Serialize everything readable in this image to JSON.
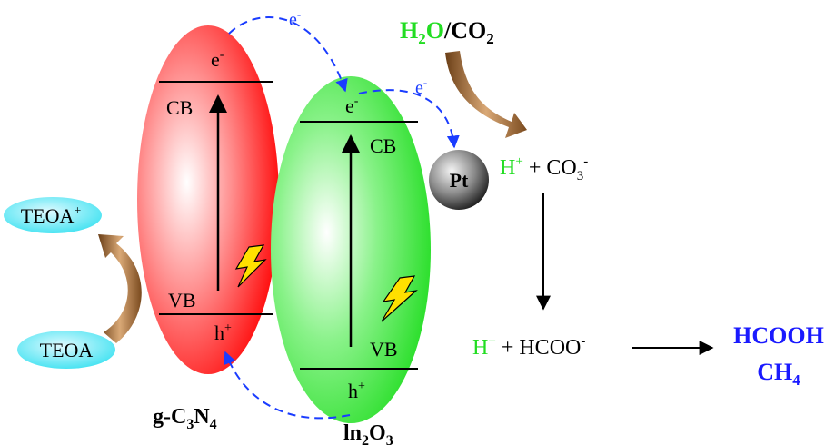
{
  "semiconductors": {
    "gcn": {
      "name_parts": [
        "g-C",
        "3",
        "N",
        "4"
      ],
      "cb_label": "CB",
      "vb_label": "VB",
      "electron": "e",
      "electron_sup": "-",
      "hole": "h",
      "hole_sup": "+",
      "fill_color": "#ff0000"
    },
    "in2o3": {
      "name_parts": [
        "ln",
        "2",
        "O",
        "3"
      ],
      "cb_label": "CB",
      "vb_label": "VB",
      "electron": "e",
      "electron_sup": "-",
      "hole": "h",
      "hole_sup": "+",
      "fill_color": "#22dd22"
    }
  },
  "transfer": {
    "electron_top": "e",
    "electron_top_sup": "-",
    "electron_pt": "e",
    "electron_pt_sup": "-",
    "arrow_color": "#1a3cff"
  },
  "cocatalyst": {
    "label": "Pt"
  },
  "sacrificial": {
    "teoa": "TEOA",
    "teoa_plus": "TEOA",
    "teoa_plus_sup": "+",
    "bubble_color": "#33e0f0"
  },
  "reactants": {
    "h2o_parts": [
      "H",
      "2",
      "O"
    ],
    "slash": "/",
    "co2_parts": [
      "CO",
      "2"
    ],
    "green": "#22dd22"
  },
  "steps": {
    "step1": {
      "h": "H",
      "h_sup": "+",
      "plus": " + CO",
      "sub": "3",
      "sup": "-"
    },
    "step2": {
      "h": "H",
      "h_sup": "+",
      "plus": " + HCOO",
      "sup": "-"
    }
  },
  "products": {
    "line1": "HCOOH",
    "line2_parts": [
      "CH",
      "4"
    ],
    "color": "#1a1aff"
  }
}
